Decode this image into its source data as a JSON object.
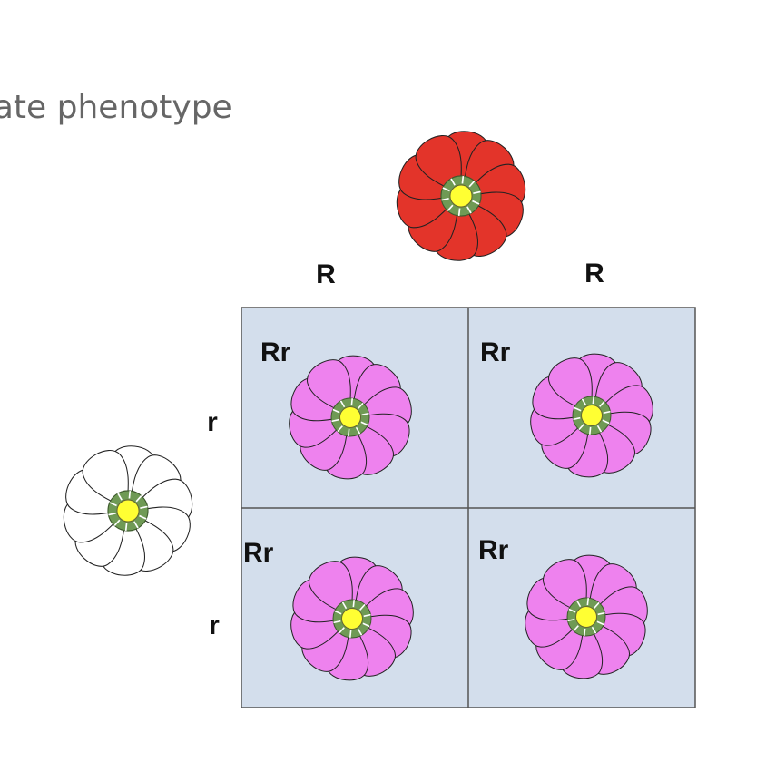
{
  "heading": "diate phenotype",
  "parents": {
    "top": {
      "flower_color": "#e3342a",
      "allele_1": "R",
      "allele_2": "R"
    },
    "side": {
      "flower_color": "#ffffff",
      "allele_1": "r",
      "allele_2": "r"
    }
  },
  "grid": {
    "background": "#d3deec",
    "cells": [
      {
        "genotype": "Rr",
        "flower_color": "#ee82ee"
      },
      {
        "genotype": "Rr",
        "flower_color": "#ee82ee"
      },
      {
        "genotype": "Rr",
        "flower_color": "#ee82ee"
      },
      {
        "genotype": "Rr",
        "flower_color": "#ee82ee"
      }
    ]
  },
  "flower_parts": {
    "sepal_color": "#6f9a55",
    "center_color": "#ffff33"
  }
}
